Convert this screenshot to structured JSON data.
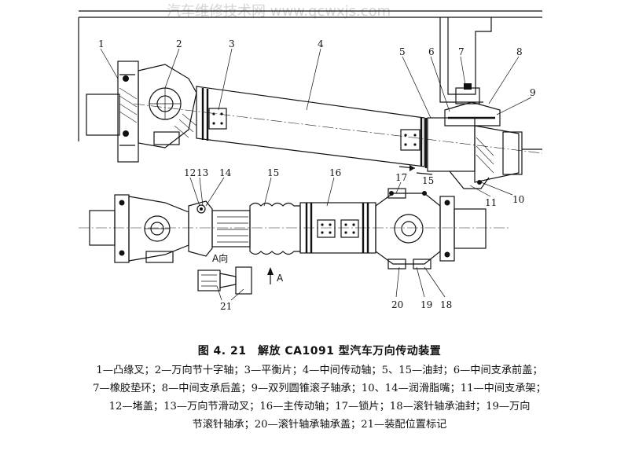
{
  "watermark": "汽车维修技术网 www.qcwxjs.com",
  "part_numbers": {
    "top": [
      "1",
      "2",
      "3",
      "4",
      "5",
      "6",
      "7",
      "8",
      "9",
      "10",
      "11"
    ],
    "bottom": [
      "12",
      "13",
      "14",
      "15",
      "16",
      "17",
      "18",
      "19",
      "20",
      "21"
    ],
    "section_15": "15"
  },
  "view_labels": {
    "a_view": "A向",
    "a_arrow": "A"
  },
  "caption": {
    "title": "图 4. 21　解放 CA1091 型汽车万向传动装置",
    "legend_lines": [
      "1—凸缘叉；2—万向节十字轴；3—平衡片；4—中间传动轴；5、15—油封；6—中间支承前盖；",
      "7—橡胶垫环；8—中间支承后盖；9—双列圆锥滚子轴承；10、14—润滑脂嘴；11—中间支承架；",
      "12—堵盖；13—万向节滑动叉；16—主传动轴；17—锁片；18—滚针轴承油封；19—万向",
      "节滚针轴承；20—滚针轴承轴承盖；21—装配位置标记"
    ]
  }
}
